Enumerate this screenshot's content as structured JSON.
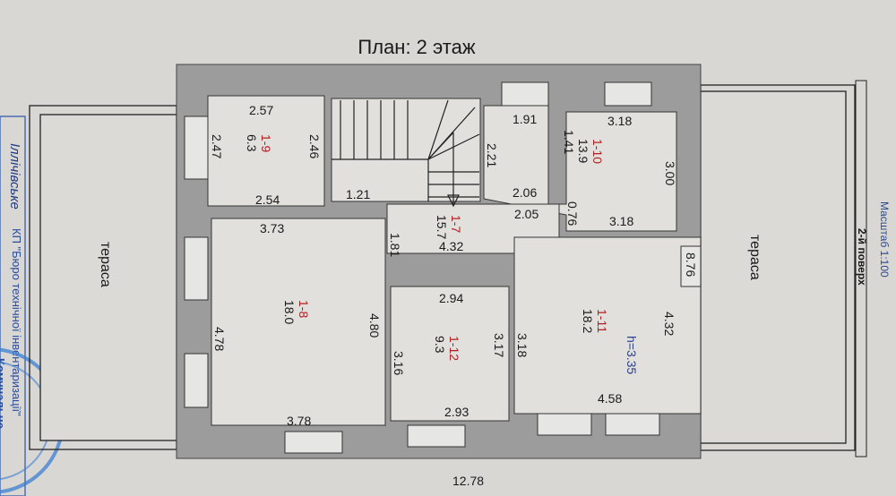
{
  "title": "План: 2 этаж",
  "scale_label": "Масштаб 1:100",
  "floor_label": "2-й поверх",
  "terrace_label": "тераса",
  "stamp": {
    "city": "Іллічівське",
    "org": "КП \"Бюро технічної інвентаризації\"",
    "org2": "Комунальне"
  },
  "rooms": [
    {
      "id": "1-9",
      "area": "6.3"
    },
    {
      "id": "1-10",
      "area": "13.9"
    },
    {
      "id": "1-7",
      "area": "15.7"
    },
    {
      "id": "1-8",
      "area": "18.0"
    },
    {
      "id": "1-12",
      "area": "9.3"
    },
    {
      "id": "1-11",
      "area": "18.2"
    }
  ],
  "height_label": "h=3.35",
  "dimensions": [
    "2.57",
    "2.47",
    "2.46",
    "2.54",
    "1.21",
    "1.91",
    "1.41",
    "2.21",
    "3.18",
    "3.00",
    "2.06",
    "2.05",
    "0.76",
    "3.18",
    "3.73",
    "1.81",
    "4.32",
    "8.76",
    "2.94",
    "4.78",
    "4.80",
    "3.16",
    "3.17",
    "3.18",
    "4.32",
    "3.78",
    "2.93",
    "4.58",
    "12.78"
  ]
}
